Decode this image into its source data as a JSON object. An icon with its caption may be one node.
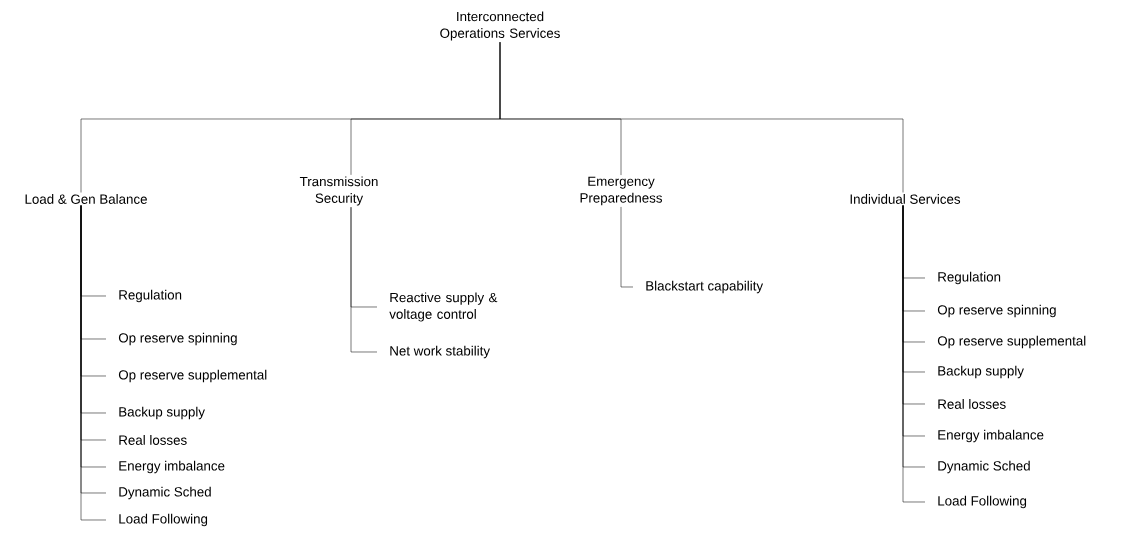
{
  "diagram": {
    "nodes": [
      {
        "text": [
          "Interconnected Operations Services"
        ]
      },
      {
        "text": [
          "Load & Gen Balance"
        ]
      },
      {
        "text": [
          "Transmission Security"
        ]
      },
      {
        "text": [
          "Emergency Preparedness"
        ]
      },
      {
        "text": [
          "Individual Services"
        ]
      },
      {
        "text": [
          "Regulation"
        ]
      },
      {
        "text": [
          "Op reserve spinning"
        ]
      },
      {
        "text": [
          "Op reserve supplemental"
        ]
      },
      {
        "text": [
          "Backup supply"
        ]
      },
      {
        "text": [
          "Real losses"
        ]
      },
      {
        "text": [
          "Energy imbalance"
        ]
      },
      {
        "text": [
          "Dynamic Sched"
        ]
      },
      {
        "text": [
          "Load Following"
        ]
      },
      {
        "text": [
          "Reactive supply & voltage control"
        ]
      },
      {
        "text": [
          "Net work stability"
        ]
      },
      {
        "text": [
          "Blackstart capability"
        ]
      },
      {
        "text": [
          "Regulation"
        ]
      },
      {
        "text": [
          "Op reserve spinning"
        ]
      },
      {
        "text": [
          "Op reserve supplemental"
        ]
      },
      {
        "text": [
          "Backup supply"
        ]
      },
      {
        "text": [
          "Real losses"
        ]
      },
      {
        "text": [
          "Energy imbalance"
        ]
      },
      {
        "text": [
          "Dynamic Sched"
        ]
      },
      {
        "text": [
          "Load Following"
        ]
      }
    ],
    "edges": [
      {
        "from": 0,
        "to": 1,
        "arrow": "none"
      },
      {
        "from": 0,
        "to": 2,
        "arrow": "none"
      },
      {
        "from": 0,
        "to": 3,
        "arrow": "none"
      },
      {
        "from": 0,
        "to": 4,
        "arrow": "none"
      },
      {
        "from": 1,
        "to": 5,
        "arrow": "none"
      },
      {
        "from": 1,
        "to": 6,
        "arrow": "none"
      },
      {
        "from": 1,
        "to": 7,
        "arrow": "none"
      },
      {
        "from": 1,
        "to": 8,
        "arrow": "none"
      },
      {
        "from": 1,
        "to": 9,
        "arrow": "none"
      },
      {
        "from": 1,
        "to": 10,
        "arrow": "none"
      },
      {
        "from": 1,
        "to": 11,
        "arrow": "none"
      },
      {
        "from": 1,
        "to": 12,
        "arrow": "none"
      },
      {
        "from": 2,
        "to": 13,
        "arrow": "none"
      },
      {
        "from": 2,
        "to": 14,
        "arrow": "none"
      },
      {
        "from": 3,
        "to": 15,
        "arrow": "none"
      },
      {
        "from": 4,
        "to": 16,
        "arrow": "none"
      },
      {
        "from": 4,
        "to": 17,
        "arrow": "none"
      },
      {
        "from": 4,
        "to": 18,
        "arrow": "none"
      },
      {
        "from": 4,
        "to": 19,
        "arrow": "none"
      },
      {
        "from": 4,
        "to": 20,
        "arrow": "none"
      },
      {
        "from": 4,
        "to": 21,
        "arrow": "none"
      },
      {
        "from": 4,
        "to": 22,
        "arrow": "none"
      },
      {
        "from": 4,
        "to": 23,
        "arrow": "none"
      }
    ]
  }
}
